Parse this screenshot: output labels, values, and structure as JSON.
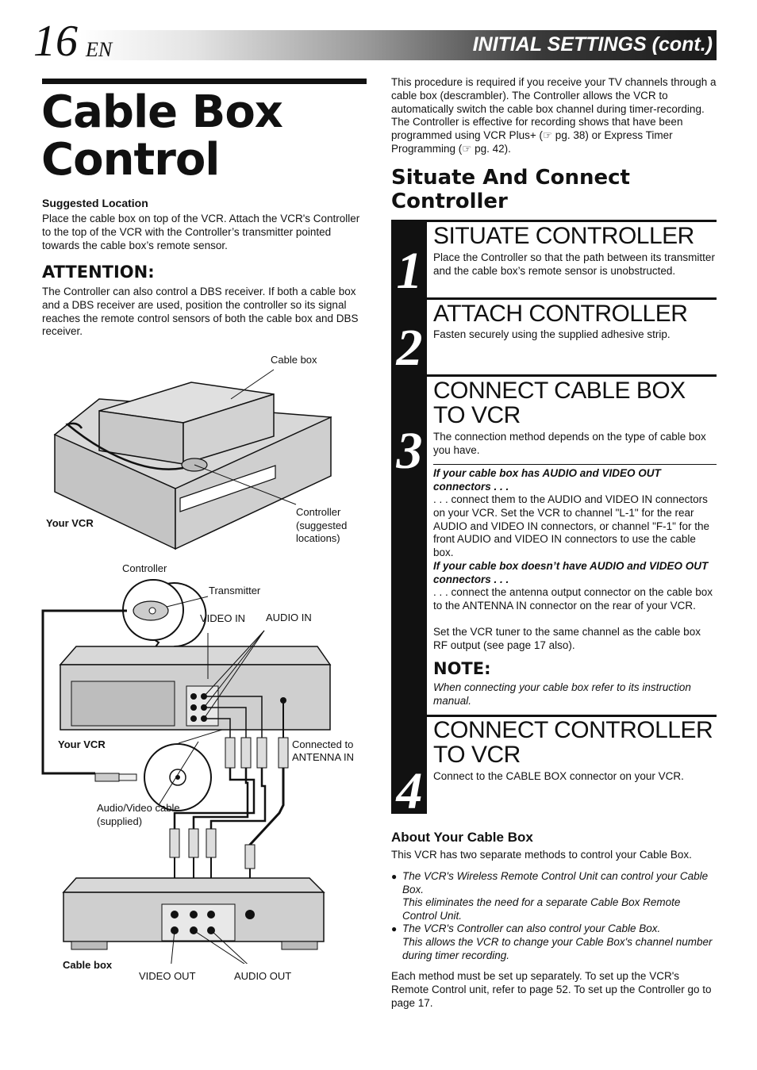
{
  "header": {
    "page_number": "16",
    "lang": "EN",
    "section": "INITIAL SETTINGS (cont.)"
  },
  "title": {
    "line1": "Cable Box",
    "line2": "Control"
  },
  "suggested_location": {
    "heading": "Suggested Location",
    "text": "Place the cable box on top of the VCR. Attach the VCR's Controller to the top of the VCR with the Controller’s transmitter pointed towards the cable box’s remote sensor."
  },
  "attention": {
    "heading": "ATTENTION:",
    "text": "The Controller can also control a DBS receiver. If both a cable box and a DBS receiver are used, position the controller so its signal reaches the remote control sensors of both the cable box and DBS receiver."
  },
  "diagram_labels": {
    "cable_box_top": "Cable box",
    "your_vcr_top": "Your VCR",
    "controller_suggested_1": "Controller",
    "controller_suggested_2": "(suggested",
    "controller_suggested_3": "locations)",
    "controller": "Controller",
    "transmitter": "Transmitter",
    "video_in": "VIDEO IN",
    "audio_in": "AUDIO IN",
    "your_vcr_bottom": "Your VCR",
    "connected_to_1": "Connected to",
    "connected_to_2": "ANTENNA IN",
    "av_cable_1": "Audio/Video cable",
    "av_cable_2": "(supplied)",
    "cable_box_bottom": "Cable box",
    "video_out": "VIDEO OUT",
    "audio_out": "AUDIO OUT"
  },
  "intro": "This procedure is required if you receive your TV channels through a cable box (descrambler). The Controller allows the VCR to automatically switch the cable box channel during timer-recording. The Controller is effective for recording shows that have been programmed using VCR Plus+ (☞ pg. 38) or Express Timer Programming (☞ pg. 42).",
  "sub_heading": "Situate And Connect Controller",
  "steps": [
    {
      "num": "1",
      "heading": "SITUATE CONTROLLER",
      "text": "Place the Controller so that the path between its transmitter and the cable box’s remote sensor is unobstructed."
    },
    {
      "num": "2",
      "heading": "ATTACH CONTROLLER",
      "text": "Fasten securely using the supplied adhesive strip."
    },
    {
      "num": "3",
      "heading": "CONNECT CABLE BOX TO VCR",
      "text": "The connection method depends on the type of cable box you have.",
      "case1_head": "If your cable box has AUDIO and VIDEO OUT connectors . . .",
      "case1_text": ". . . connect them to the AUDIO and VIDEO IN connectors on your VCR. Set the VCR to channel \"L-1\" for the rear AUDIO and VIDEO IN connectors, or channel \"F-1\" for the front AUDIO and VIDEO IN connectors to use the cable box.",
      "case2_head": "If your cable box doesn’t have AUDIO and VIDEO OUT connectors . . .",
      "case2_text": ". . . connect the antenna output connector on the cable box to the ANTENNA IN connector on the rear of your VCR.",
      "case2_text2": "Set the VCR tuner to the same channel as the cable box RF output (see page 17 also).",
      "note_head": "NOTE:",
      "note_text": "When connecting your cable box refer to its instruction manual."
    },
    {
      "num": "4",
      "heading": "CONNECT CONTROLLER TO VCR",
      "text": "Connect to the CABLE BOX connector on your VCR."
    }
  ],
  "about": {
    "heading": "About Your Cable Box",
    "text": "This VCR has two separate methods to control your Cable Box.",
    "bullets": [
      {
        "line1": "The VCR's Wireless Remote Control Unit can control your Cable Box.",
        "line2": "This eliminates the need for a separate Cable Box Remote Control Unit."
      },
      {
        "line1": "The VCR's Controller can also control your Cable Box.",
        "line2": "This allows the VCR to change your Cable Box's channel number during timer recording."
      }
    ],
    "footer": "Each method must be set up separately. To set up the VCR's Remote Control unit, refer to page 52. To set up the Controller go to page 17."
  }
}
